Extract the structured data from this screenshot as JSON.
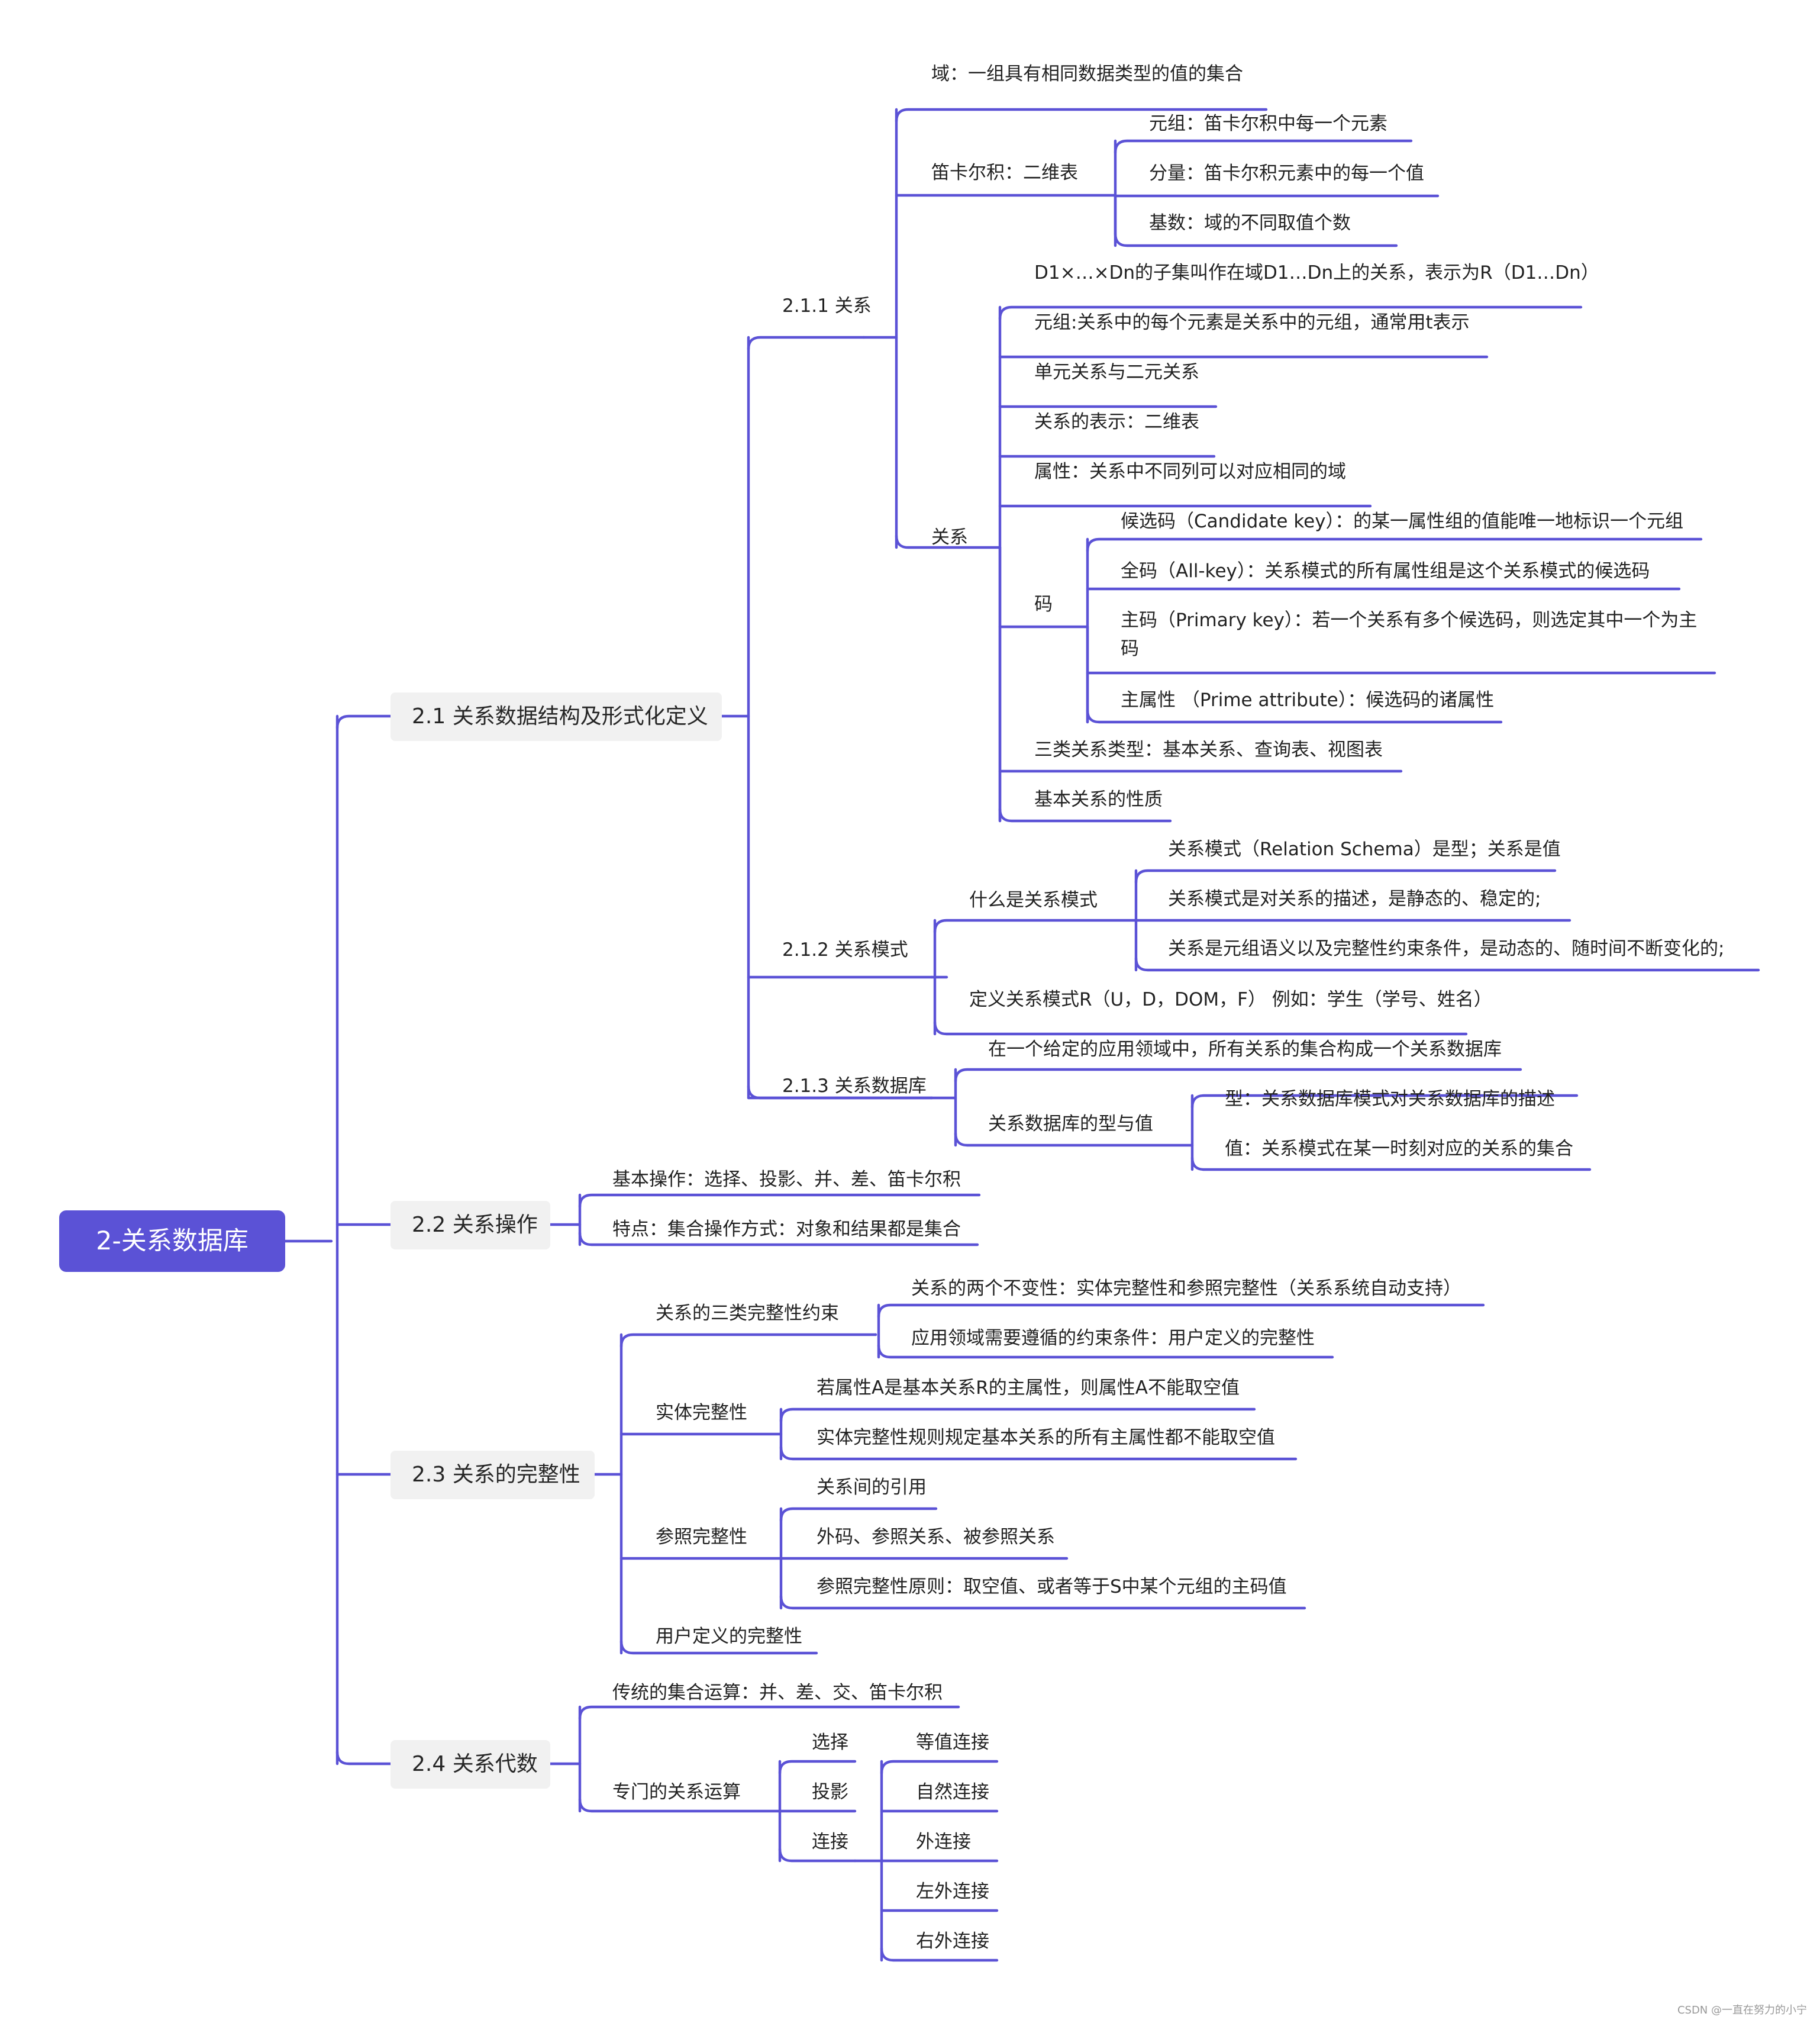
{
  "root": "2-关系数据库",
  "l1": {
    "s21": "2.1 关系数据结构及形式化定义",
    "s22": "2.2 关系操作",
    "s23": "2.3 关系的完整性",
    "s24": "2.4 关系代数"
  },
  "s21": {
    "s211": "2.1.1 关系",
    "s212": "2.1.2 关系模式",
    "s213": "2.1.3 关系数据库",
    "domain": "域：一组具有相同数据类型的值的集合",
    "cartesian": "笛卡尔积：二维表",
    "tuple": "元组：笛卡尔积中每一个元素",
    "component": "分量：笛卡尔积元素中的每一个值",
    "cardinality": "基数：域的不同取值个数",
    "relation": "关系",
    "rel_def": "D1×…×Dn的子集叫作在域D1…Dn上的关系，表示为R（D1…Dn）",
    "rel_tuple": "元组:关系中的每个元素是关系中的元组，通常用t表示",
    "unary_binary": "单元关系与二元关系",
    "representation": "关系的表示：二维表",
    "attribute": "属性：关系中不同列可以对应相同的域",
    "key": "码",
    "candidate_key": "候选码（Candidate key）：的某一属性组的值能唯一地标识一个元组",
    "all_key": "全码（All-key）：关系模式的所有属性组是这个关系模式的候选码",
    "primary_key": "主码（Primary key）：若一个关系有多个候选码，则选定其中一个为主码",
    "prime_attr": "主属性 （Prime attribute）：候选码的诸属性",
    "three_types": "三类关系类型：基本关系、查询表、视图表",
    "basic_nature": "基本关系的性质",
    "what_schema": "什么是关系模式",
    "schema_type": "关系模式（Relation Schema）是型；关系是值",
    "schema_desc": "关系模式是对关系的描述，是静态的、稳定的;",
    "relation_dynamic": "关系是元组语义以及完整性约束条件，是动态的、随时间不断变化的;",
    "schema_define": "定义关系模式R（U，D，DOM，F） 例如：学生（学号、姓名）",
    "db_def": "在一个给定的应用领域中，所有关系的集合构成一个关系数据库",
    "db_type_value": "关系数据库的型与值",
    "db_type": "型：关系数据库模式对关系数据库的描述",
    "db_value": "值：关系模式在某一时刻对应的关系的集合"
  },
  "s22": {
    "basic_ops": "基本操作：选择、投影、并、差、笛卡尔积",
    "feature": "特点：集合操作方式：对象和结果都是集合"
  },
  "s23": {
    "three_constraints": "关系的三类完整性约束",
    "two_invariants": "关系的两个不变性：实体完整性和参照完整性（关系系统自动支持）",
    "app_constraint": "应用领域需要遵循的约束条件：用户定义的完整性",
    "entity": "实体完整性",
    "entity_rule1": "若属性A是基本关系R的主属性，则属性A不能取空值",
    "entity_rule2": "实体完整性规则规定基本关系的所有主属性都不能取空值",
    "referential": "参照完整性",
    "ref_between": "关系间的引用",
    "ref_fk": "外码、参照关系、被参照关系",
    "ref_rule": "参照完整性原则：取空值、或者等于S中某个元组的主码值",
    "user_defined": "用户定义的完整性"
  },
  "s24": {
    "traditional": "传统的集合运算：并、差、交、笛卡尔积",
    "special": "专门的关系运算",
    "select": "选择",
    "project": "投影",
    "join": "连接",
    "equi_join": "等值连接",
    "natural_join": "自然连接",
    "outer_join": "外连接",
    "left_outer_join": "左外连接",
    "right_outer_join": "右外连接"
  },
  "watermark": "CSDN @一直在努力的小宁",
  "colors": {
    "branch": "#5b52d6",
    "root_bg": "#5b52d6",
    "main_bg": "#f1f1f1",
    "text": "#222222"
  }
}
